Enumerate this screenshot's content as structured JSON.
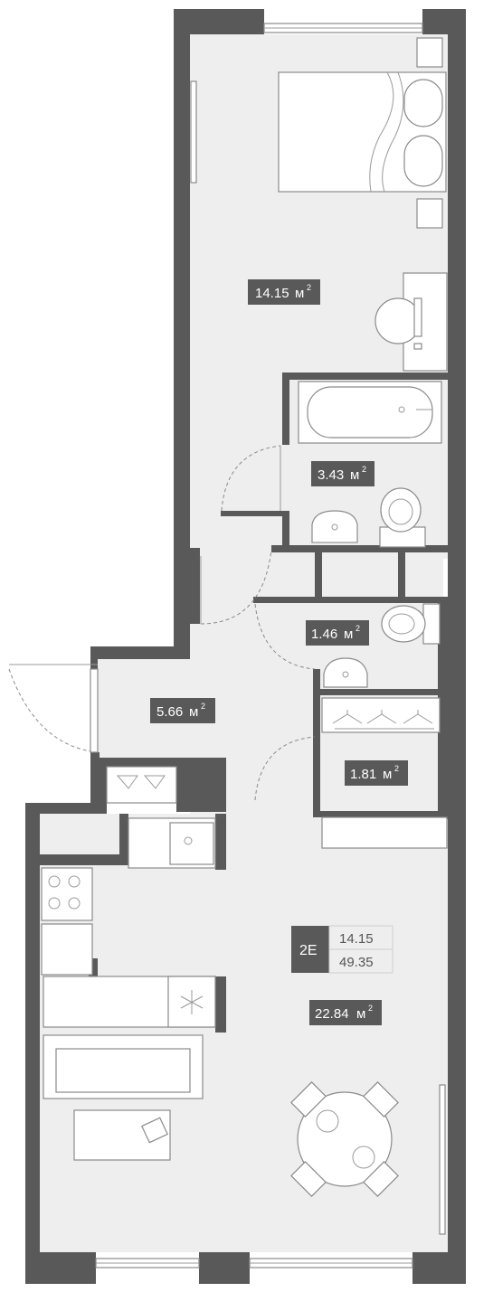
{
  "unit": {
    "code": "2E",
    "living_area": "14.15",
    "total_area": "49.35"
  },
  "rooms": [
    {
      "id": "bedroom",
      "area": "14.15",
      "unit": "м",
      "sup": "2"
    },
    {
      "id": "bathroom",
      "area": "3.43",
      "unit": "м",
      "sup": "2"
    },
    {
      "id": "wc",
      "area": "1.46",
      "unit": "м",
      "sup": "2"
    },
    {
      "id": "hall",
      "area": "5.66",
      "unit": "м",
      "sup": "2"
    },
    {
      "id": "wardrobe",
      "area": "1.81",
      "unit": "м",
      "sup": "2"
    },
    {
      "id": "kitchen-living",
      "area": "22.84",
      "unit": "м",
      "sup": "2"
    }
  ],
  "colors": {
    "wall": "#595959",
    "floor": "#efeeee",
    "label_bg": "#595959",
    "badge_bg": "#efeeee"
  }
}
